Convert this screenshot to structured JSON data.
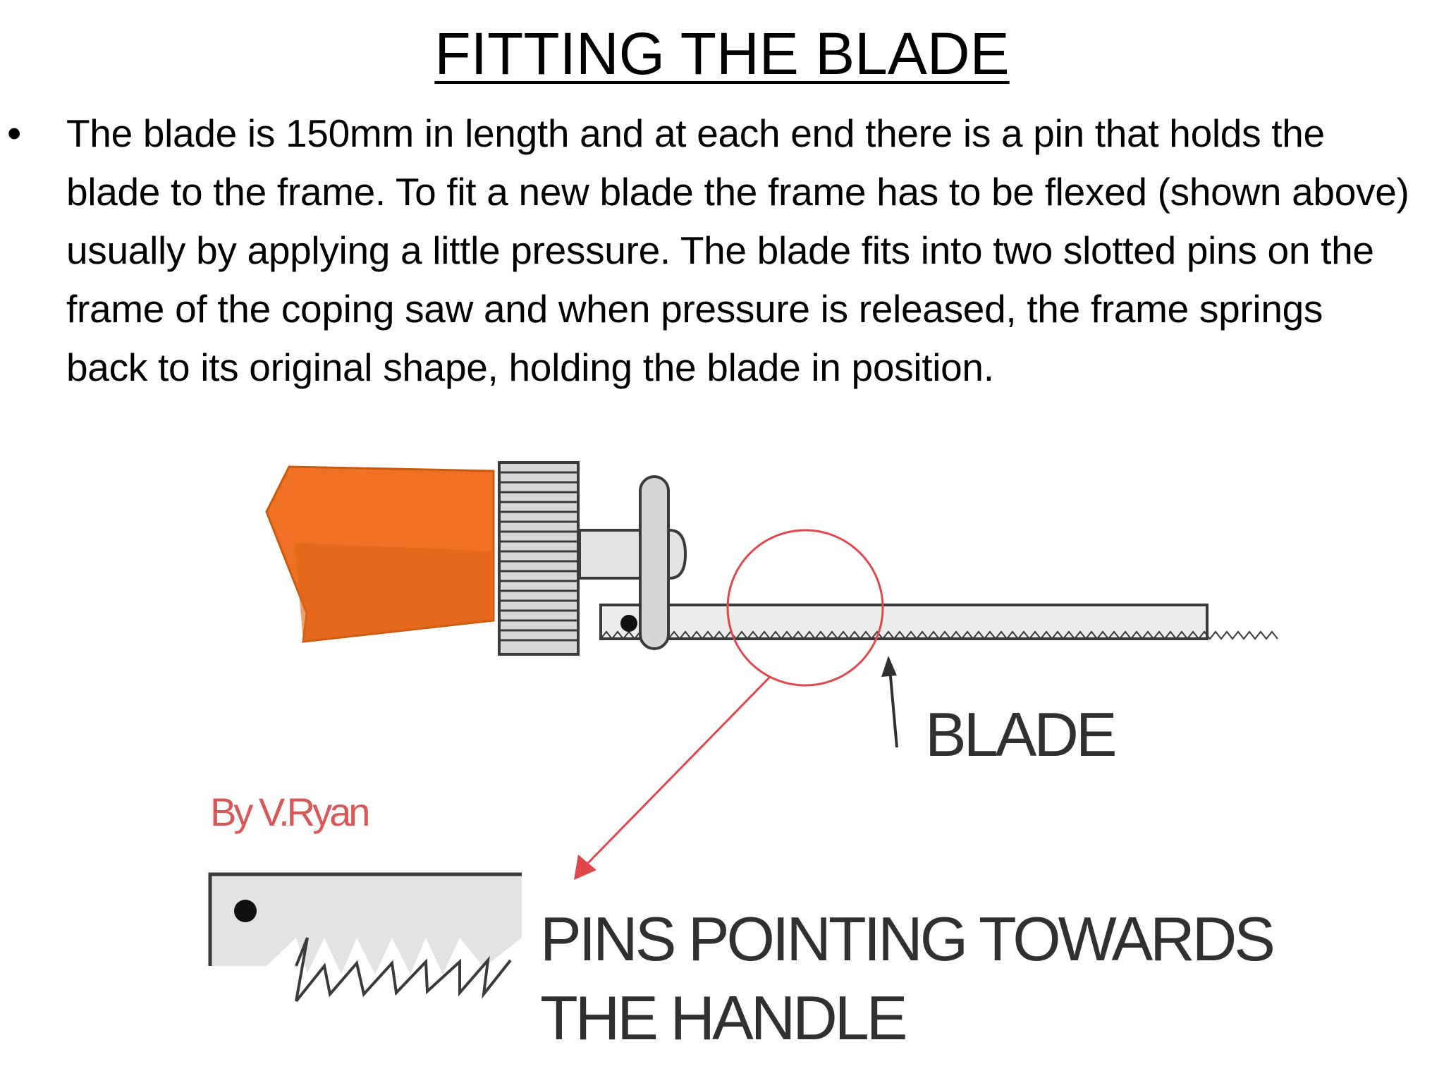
{
  "slide": {
    "title": "FITTING THE BLADE",
    "bullet_marker": "•",
    "body": "The blade is 150mm in length and at each end there is a pin that holds the blade to the frame. To fit a new blade the frame has to be flexed (shown above) usually by applying a little pressure. The blade fits into two slotted pins on the frame of the coping saw and when pressure is released, the frame springs back to its original shape, holding the blade in position."
  },
  "diagram": {
    "blade_label": "BLADE",
    "author_label": "By V.Ryan",
    "pins_label_line1": "PINS POINTING TOWARDS",
    "pins_label_line2": "THE HANDLE",
    "colors": {
      "handle": "#f07124",
      "handle_shadow": "#d85a14",
      "metal": "#e3e3e3",
      "outline": "#3a3a3a",
      "annotation_red": "#e0474c"
    }
  }
}
